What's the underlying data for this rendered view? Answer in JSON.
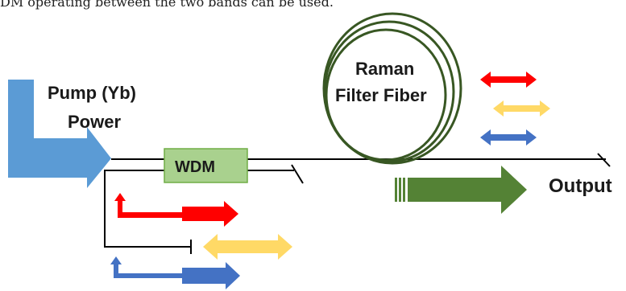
{
  "caption": "DM operating between the two bands can be used.",
  "pump": {
    "line1": "Pump (Yb)",
    "line2": "Power"
  },
  "wdm": {
    "label": "WDM"
  },
  "raman": {
    "line1": "Raman",
    "line2": "Filter Fiber"
  },
  "output": {
    "label": "Output"
  },
  "colors": {
    "pump_arrow": "#5b9bd5",
    "wdm_box": "#a9d18e",
    "wdm_border": "#70ad47",
    "raman_coil": "#385723",
    "output_arrow": "#548235",
    "red": "#ff0000",
    "yellow": "#ffd966",
    "blue": "#4472c4",
    "fiber": "#000000"
  }
}
